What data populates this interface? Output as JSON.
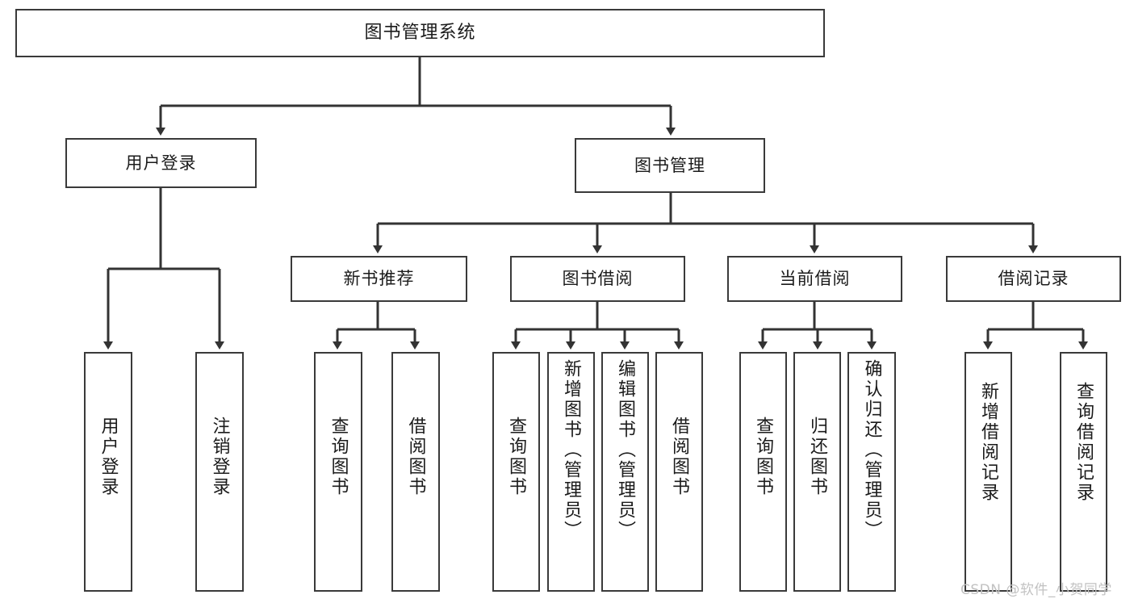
{
  "diagram": {
    "title": "图书管理系统",
    "type": "tree",
    "nodes": {
      "root": {
        "label": "图书管理系统"
      },
      "login": {
        "label": "用户登录"
      },
      "bookmgmt": {
        "label": "图书管理"
      },
      "newbook": {
        "label": "新书推荐"
      },
      "borrow": {
        "label": "图书借阅"
      },
      "current": {
        "label": "当前借阅"
      },
      "records": {
        "label": "借阅记录"
      },
      "leaf_login_1": {
        "label": "用户登录"
      },
      "leaf_login_2": {
        "label": "注销登录"
      },
      "leaf_new_1": {
        "label": "查询图书"
      },
      "leaf_new_2": {
        "label": "借阅图书"
      },
      "leaf_borrow_1": {
        "label": "查询图书"
      },
      "leaf_borrow_2": {
        "label": "新增图书（管理员）"
      },
      "leaf_borrow_3": {
        "label": "编辑图书（管理员）"
      },
      "leaf_borrow_4": {
        "label": "借阅图书"
      },
      "leaf_cur_1": {
        "label": "查询图书"
      },
      "leaf_cur_2": {
        "label": "归还图书"
      },
      "leaf_cur_3": {
        "label": "确认归还（管理员）"
      },
      "leaf_rec_1": {
        "label": "新增借阅记录"
      },
      "leaf_rec_2": {
        "label": "查询借阅记录"
      }
    },
    "edges": [
      {
        "from": "root",
        "to": "login"
      },
      {
        "from": "root",
        "to": "bookmgmt"
      },
      {
        "from": "login",
        "to": "leaf_login_1"
      },
      {
        "from": "login",
        "to": "leaf_login_2"
      },
      {
        "from": "bookmgmt",
        "to": "newbook"
      },
      {
        "from": "bookmgmt",
        "to": "borrow"
      },
      {
        "from": "bookmgmt",
        "to": "current"
      },
      {
        "from": "bookmgmt",
        "to": "records"
      },
      {
        "from": "newbook",
        "to": "leaf_new_1"
      },
      {
        "from": "newbook",
        "to": "leaf_new_2"
      },
      {
        "from": "borrow",
        "to": "leaf_borrow_1"
      },
      {
        "from": "borrow",
        "to": "leaf_borrow_2"
      },
      {
        "from": "borrow",
        "to": "leaf_borrow_3"
      },
      {
        "from": "borrow",
        "to": "leaf_borrow_4"
      },
      {
        "from": "current",
        "to": "leaf_cur_1"
      },
      {
        "from": "current",
        "to": "leaf_cur_2"
      },
      {
        "from": "current",
        "to": "leaf_cur_3"
      },
      {
        "from": "records",
        "to": "leaf_rec_1"
      },
      {
        "from": "records",
        "to": "leaf_rec_2"
      }
    ],
    "colors": {
      "box_border": "#3a3a3a",
      "box_fill": "#ffffff",
      "connector": "#333333",
      "text": "#1b1b1b",
      "watermark": "#c2c2c2"
    }
  },
  "watermark": {
    "text": "CSDN @软件_小贺同学"
  }
}
